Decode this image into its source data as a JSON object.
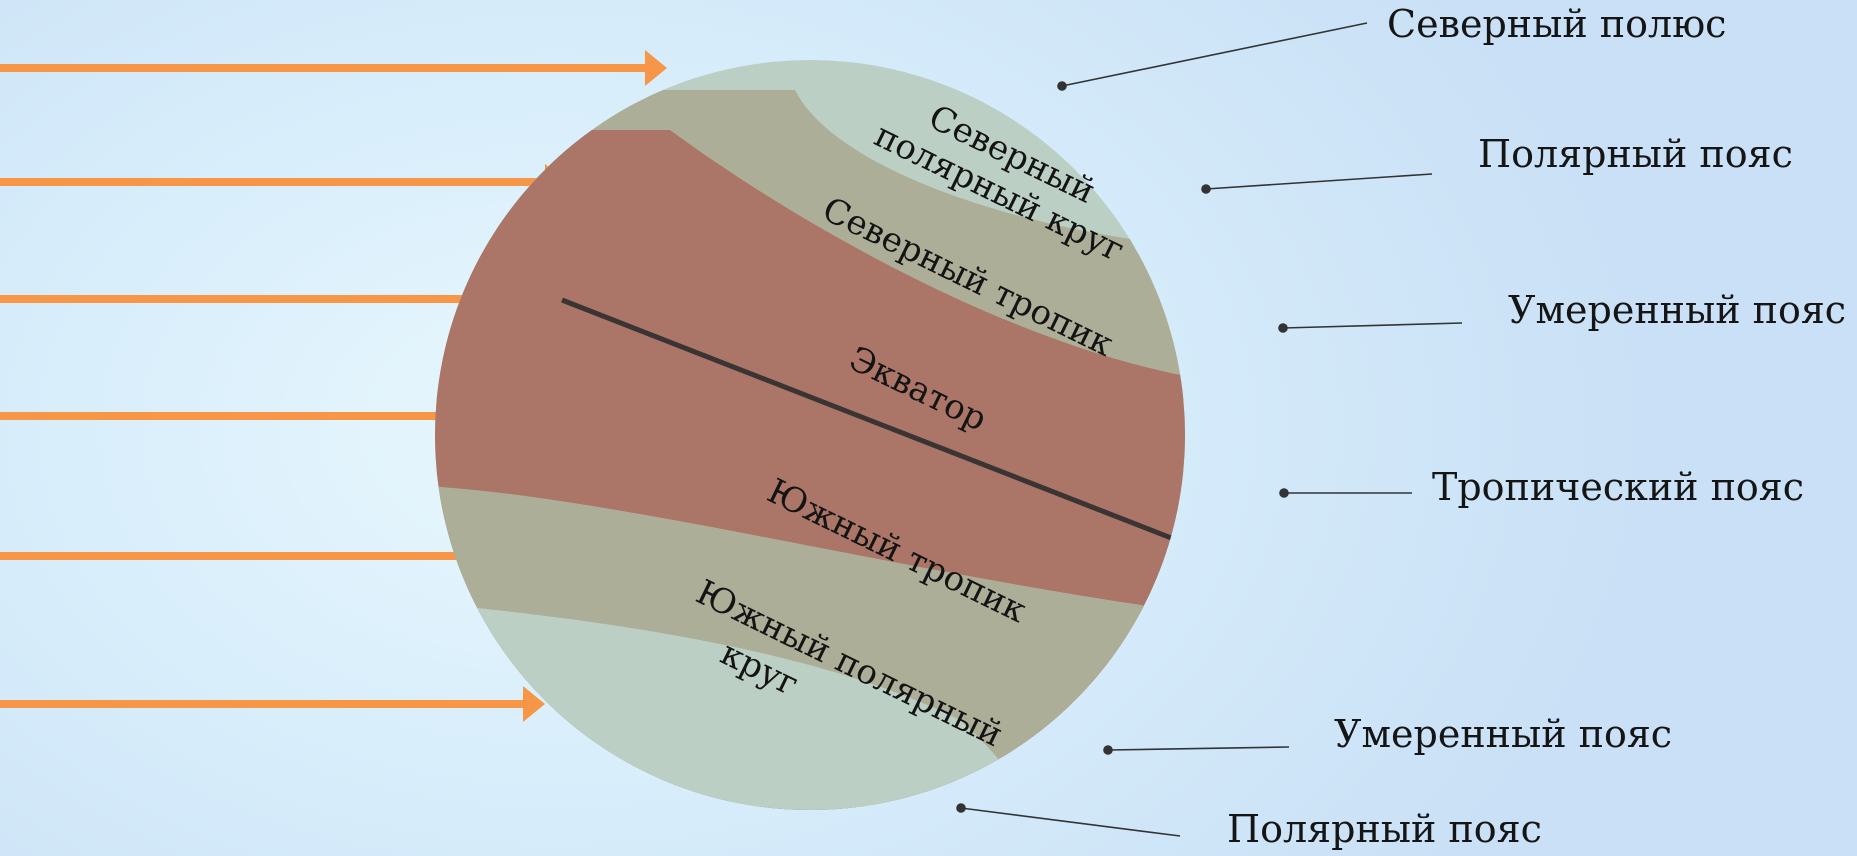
{
  "globe_labels": {
    "north_polar_circle_1": "Северный",
    "north_polar_circle_2": "полярный круг",
    "north_tropic": "Северный тропик",
    "equator": "Экватор",
    "south_tropic": "Южный тропик",
    "south_polar_circle_1": "Южный полярный",
    "south_polar_circle_2": "круг"
  },
  "side_labels": {
    "north_pole": "Северный полюс",
    "polar_zone_north": "Полярный пояс",
    "temperate_zone_north": "Умеренный пояс",
    "tropical_zone": "Тропический пояс",
    "temperate_zone_south": "Умеренный пояс",
    "polar_zone_south": "Полярный пояс"
  },
  "colors": {
    "polar": "#bccfc5",
    "temperate": "#acae98",
    "tropical": "#ab7568",
    "sun_rays": "#f79646",
    "equator_line": "#3a3433",
    "leader_line": "#333333"
  },
  "sun_rays": {
    "count": 6,
    "meaning": "sun-rays"
  }
}
